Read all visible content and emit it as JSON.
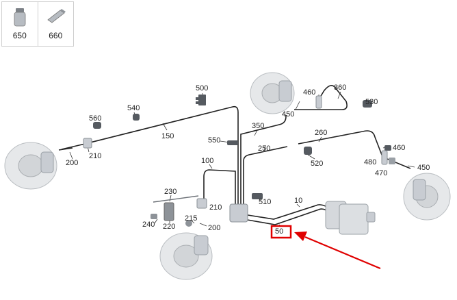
{
  "legend": [
    {
      "label": "650",
      "icon": "brake-fluid-bottle-icon"
    },
    {
      "label": "660",
      "icon": "bleeder-valve-icon"
    }
  ],
  "callouts": {
    "c500": "500",
    "c460a": "460",
    "c360": "360",
    "c530": "530",
    "c450a": "450",
    "c560": "560",
    "c540": "540",
    "c150": "150",
    "c350": "350",
    "c260": "260",
    "c550": "550",
    "c250": "250",
    "c460b": "460",
    "c210a": "210",
    "c200a": "200",
    "c100": "100",
    "c520": "520",
    "c480": "480",
    "c470": "470",
    "c450b": "450",
    "c230": "230",
    "c510": "510",
    "c10": "10",
    "c210b": "210",
    "c215": "215",
    "c240": "240",
    "c220": "220",
    "c200b": "200",
    "c50": "50"
  },
  "highlight": {
    "target": "50",
    "box_color": "#e00000",
    "arrow_color": "#e00000"
  },
  "colors": {
    "line": "#222222",
    "part": "#c8ccd2",
    "part_dark": "#555a60",
    "disc": "#e6e8ea"
  }
}
